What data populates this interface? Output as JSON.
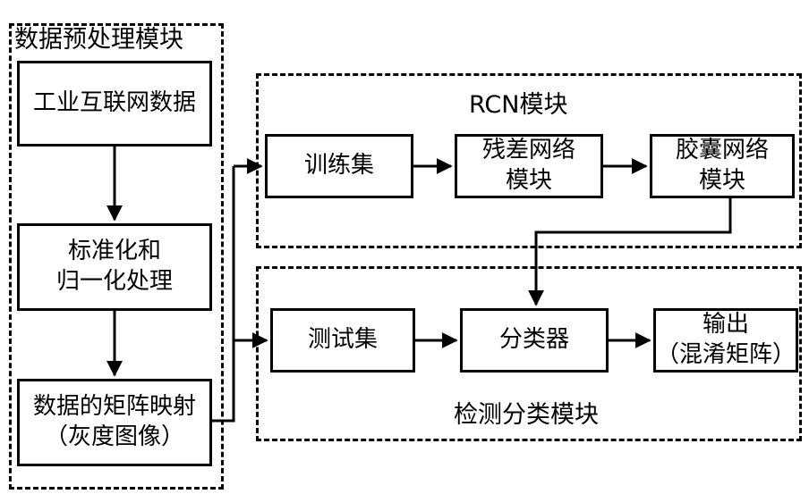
{
  "groups": {
    "preprocess": {
      "title": "数据预处理模块"
    },
    "rcn": {
      "title": "RCN模块"
    },
    "detect": {
      "title": "检测分类模块"
    }
  },
  "nodes": {
    "iiot_data": {
      "lines": [
        "工业互联网数据"
      ]
    },
    "normalize": {
      "lines": [
        "标准化和",
        "归一化处理"
      ]
    },
    "matrix_map": {
      "lines": [
        "数据的矩阵映射",
        "（灰度图像）"
      ]
    },
    "train_set": {
      "lines": [
        "训练集"
      ]
    },
    "residual_net": {
      "lines": [
        "残差网络",
        "模块"
      ]
    },
    "capsule_net": {
      "lines": [
        "胶囊网络",
        "模块"
      ]
    },
    "test_set": {
      "lines": [
        "测试集"
      ]
    },
    "classifier": {
      "lines": [
        "分类器"
      ]
    },
    "output": {
      "lines": [
        "输出",
        "（混淆矩阵）"
      ]
    }
  },
  "edges": [
    {
      "from": "工业互联网数据",
      "to": "标准化和归一化处理"
    },
    {
      "from": "标准化和归一化处理",
      "to": "数据的矩阵映射（灰度图像）"
    },
    {
      "from": "数据的矩阵映射（灰度图像）",
      "to": "训练集"
    },
    {
      "from": "数据的矩阵映射（灰度图像）",
      "to": "测试集"
    },
    {
      "from": "训练集",
      "to": "残差网络模块"
    },
    {
      "from": "残差网络模块",
      "to": "胶囊网络模块"
    },
    {
      "from": "胶囊网络模块",
      "to": "分类器"
    },
    {
      "from": "测试集",
      "to": "分类器"
    },
    {
      "from": "分类器",
      "to": "输出（混淆矩阵）"
    }
  ]
}
